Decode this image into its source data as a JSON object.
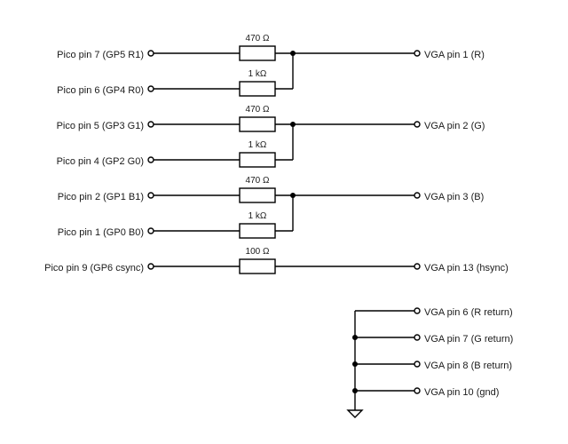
{
  "colors": {
    "line": "#000000",
    "text": "#1a1a1a",
    "background": "#ffffff"
  },
  "pico_labels": [
    "Pico pin 7 (GP5  R1)",
    "Pico pin 6 (GP4 R0)",
    "Pico pin 5 (GP3  G1)",
    "Pico pin 4 (GP2 G0)",
    "Pico pin  2 (GP1  B1)",
    "Pico pin 1 (GP0 B0)",
    "Pico pin 9 (GP6 csync)"
  ],
  "resistor_values": [
    "470 Ω",
    "1 kΩ",
    "470 Ω",
    "1 kΩ",
    "470 Ω",
    "1 kΩ",
    "100 Ω"
  ],
  "vga_signal_labels": [
    "VGA pin 1 (R)",
    "VGA pin 2 (G)",
    "VGA pin 3 (B)",
    "VGA pin 13 (hsync)"
  ],
  "vga_ground_labels": [
    "VGA pin 6 (R return)",
    "VGA pin 7 (G return)",
    "VGA pin 8 (B return)",
    "VGA pin 10 (gnd)"
  ],
  "ground_symbol": "ground-icon"
}
